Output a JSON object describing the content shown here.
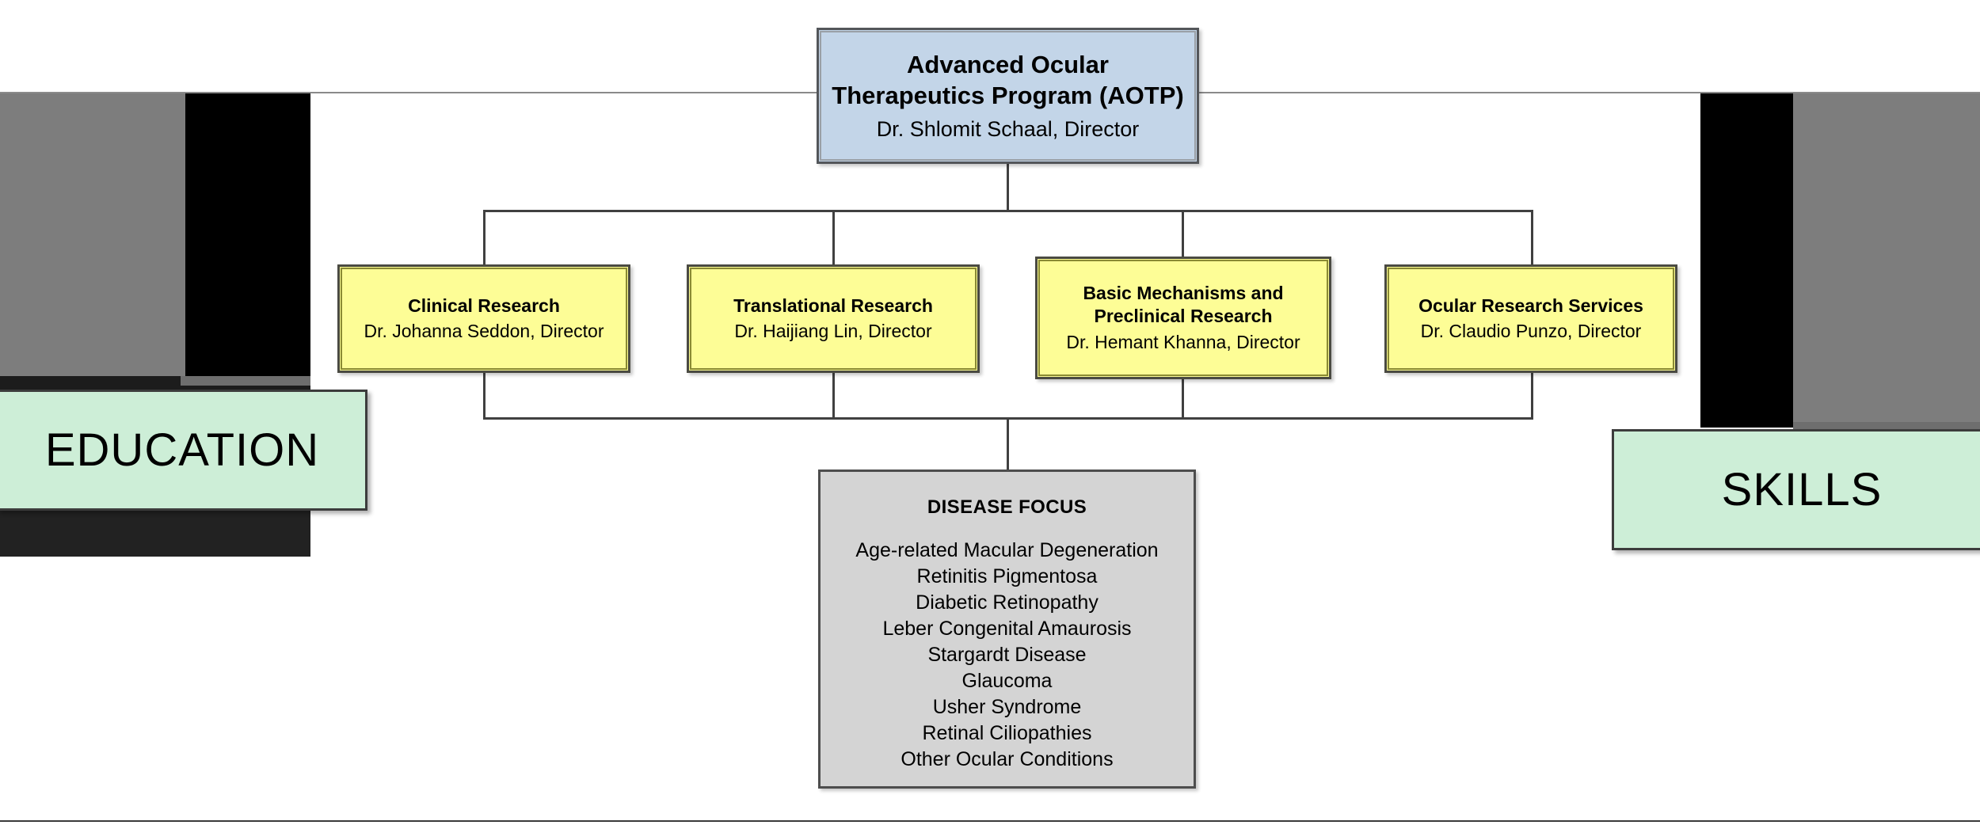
{
  "chart_data": {
    "type": "diagram",
    "title": "Advanced Ocular Therapeutics Program (AOTP) organizational chart",
    "orientation": "top-down hierarchy"
  },
  "root": {
    "title_line1": "Advanced Ocular",
    "title_line2": "Therapeutics Program (AOTP)",
    "subtitle": "Dr. Shlomit Schaal, Director"
  },
  "divisions": [
    {
      "title_line1": "Clinical Research",
      "title_line2": "",
      "subtitle": "Dr. Johanna Seddon, Director"
    },
    {
      "title_line1": "Translational Research",
      "title_line2": "",
      "subtitle": "Dr. Haijiang Lin, Director"
    },
    {
      "title_line1": "Basic Mechanisms and",
      "title_line2": "Preclinical Research",
      "subtitle": "Dr. Hemant Khanna, Director"
    },
    {
      "title_line1": "Ocular Research Services",
      "title_line2": "",
      "subtitle": "Dr. Claudio Punzo, Director"
    }
  ],
  "disease_focus": {
    "heading": "DISEASE FOCUS",
    "items": [
      "Age-related Macular Degeneration",
      "Retinitis Pigmentosa",
      "Diabetic Retinopathy",
      "Leber Congenital Amaurosis",
      "Stargardt Disease",
      "Glaucoma",
      "Usher Syndrome",
      "Retinal Ciliopathies",
      "Other Ocular Conditions"
    ]
  },
  "callouts": {
    "education": "EDUCATION",
    "skills": "SKILLS"
  },
  "colors": {
    "root_fill": "#c3d5e8",
    "division_fill": "#fdfd96",
    "disease_fill": "#d4d4d4",
    "callout_fill": "#cdeed7",
    "connector": "#404040",
    "block_gray": "#7d7d7d",
    "block_black": "#000000",
    "block_charcoal": "#222222"
  }
}
